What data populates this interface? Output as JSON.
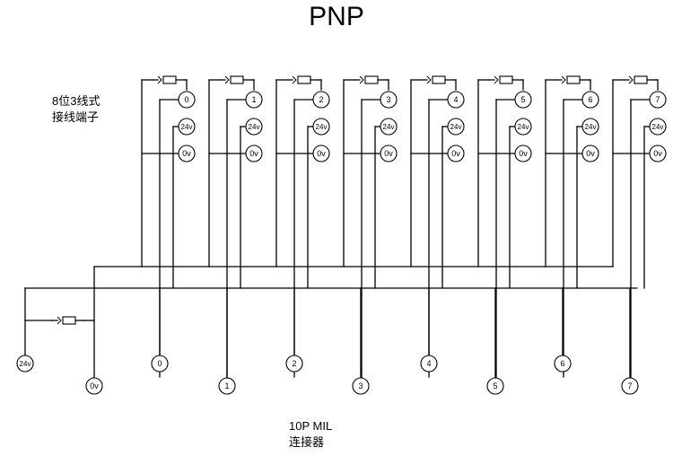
{
  "title": "PNP",
  "terminal_block_label": [
    "8位3线式",
    "接线端子"
  ],
  "connector_label": [
    "10P MIL",
    "连接器"
  ],
  "channel_terminals": [
    {
      "signal": "0",
      "v24": "24v",
      "v0": "0v"
    },
    {
      "signal": "1",
      "v24": "24v",
      "v0": "0v"
    },
    {
      "signal": "2",
      "v24": "24v",
      "v0": "0v"
    },
    {
      "signal": "3",
      "v24": "24v",
      "v0": "0v"
    },
    {
      "signal": "4",
      "v24": "24v",
      "v0": "0v"
    },
    {
      "signal": "5",
      "v24": "24v",
      "v0": "0v"
    },
    {
      "signal": "6",
      "v24": "24v",
      "v0": "0v"
    },
    {
      "signal": "7",
      "v24": "24v",
      "v0": "0v"
    }
  ],
  "connector_pins": [
    "24v",
    "0v",
    "0",
    "1",
    "2",
    "3",
    "4",
    "5",
    "6",
    "7"
  ]
}
